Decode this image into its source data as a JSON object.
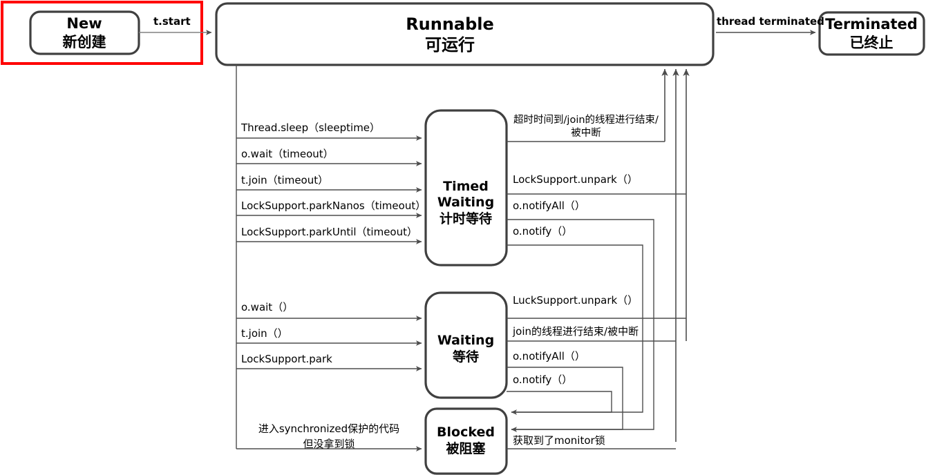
{
  "diagram": {
    "title": "Java Thread State Transition Diagram",
    "colors": {
      "highlight": "#ff0000",
      "box_stroke": "#404040",
      "line": "#4d4d4d",
      "text": "#000000",
      "background": "#ffffff"
    },
    "states": [
      {
        "id": "new",
        "en": "New",
        "zh": "新创建"
      },
      {
        "id": "runnable",
        "en": "Runnable",
        "zh": "可运行"
      },
      {
        "id": "terminated",
        "en": "Terminated",
        "zh": "已终止"
      },
      {
        "id": "timed_waiting",
        "en": "Timed",
        "en2": "Waiting",
        "zh": "计时等待"
      },
      {
        "id": "waiting",
        "en": "Waiting",
        "zh": "等待"
      },
      {
        "id": "blocked",
        "en": "Blocked",
        "zh": "被阻塞"
      }
    ],
    "edges": {
      "start": "t.start",
      "terminated": "thread terminated",
      "to_timed_waiting": [
        "Thread.sleep（sleeptime）",
        "o.wait（timeout）",
        "t.join（timeout）",
        "LockSupport.parkNanos（timeout）",
        "LockSupport.parkUntil（timeout）"
      ],
      "from_timed_waiting": [
        "超时时间到/join的线程进行结束/",
        "被中断",
        "LockSupport.unpark（）",
        "o.notifyAll（）",
        "o.notify（）"
      ],
      "to_waiting": [
        "o.wait（）",
        "t.join（）",
        "LockSupport.park"
      ],
      "from_waiting": [
        "LuckSupport.unpark（）",
        "join的线程进行结束/被中断",
        "o.notifyAll（）",
        "o.notify（）"
      ],
      "to_blocked": [
        "进入synchronized保护的代码",
        "但没拿到锁"
      ],
      "from_blocked": "获取到了monitor锁"
    }
  }
}
